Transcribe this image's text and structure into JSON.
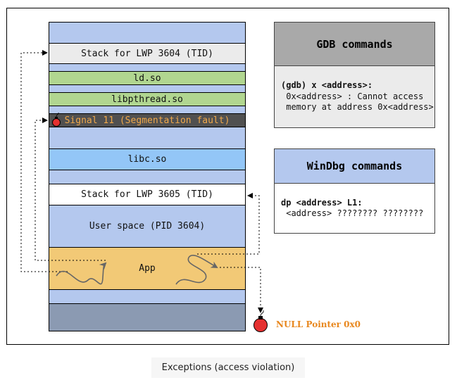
{
  "memory_map": {
    "stack_3604": "Stack for LWP 3604 (TID)",
    "ld_so": "ld.so",
    "libpthread_so": "libpthread.so",
    "signal_11": "Signal 11 (Segmentation fault)",
    "libc_so": "libc.so",
    "stack_3605": "Stack for LWP 3605 (TID)",
    "user_space": "User space (PID 3604)",
    "app": "App"
  },
  "gdb_panel": {
    "title": "GDB commands",
    "line1": "(gdb) x <address>:",
    "line2": " 0x<address> : Cannot access",
    "line3": " memory at address 0x<address>"
  },
  "windbg_panel": {
    "title": "WinDbg commands",
    "line1": "dp <address> L1:",
    "line2": " <address> ???????? ????????"
  },
  "null_pointer_label": "NULL Pointer 0x0",
  "caption": "Exceptions (access violation)",
  "colors": {
    "light_blue": "#b4c8ee",
    "mid_blue": "#93c6f7",
    "green": "#b1d690",
    "signal_dark": "#505050",
    "signal_text": "#f0a84a",
    "app_orange": "#f2c976",
    "bottom_slate": "#8b9ab2",
    "header_gray": "#a9a9a9",
    "panel_gray": "#ebebeb",
    "windbg_blue": "#b4c8ee",
    "bomb_red": "#e53030"
  }
}
